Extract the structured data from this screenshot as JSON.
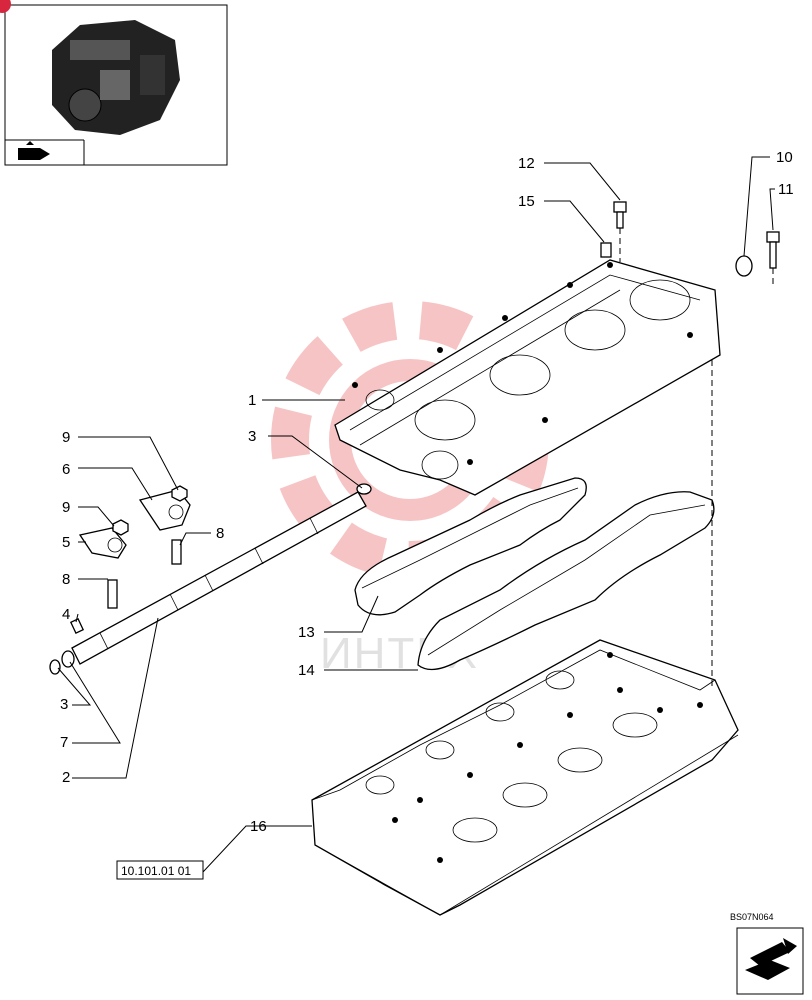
{
  "diagram": {
    "reference_box": "10.101.01 01",
    "figure_code": "BS07N064",
    "watermark": "ИНТЕХ",
    "callouts": {
      "c1": "1",
      "c2": "2",
      "c3a": "3",
      "c3b": "3",
      "c4": "4",
      "c5": "5",
      "c6": "6",
      "c7": "7",
      "c8a": "8",
      "c8b": "8",
      "c9a": "9",
      "c9b": "9",
      "c10": "10",
      "c11": "11",
      "c12": "12",
      "c13": "13",
      "c14": "14",
      "c15": "15",
      "c16": "16"
    }
  }
}
